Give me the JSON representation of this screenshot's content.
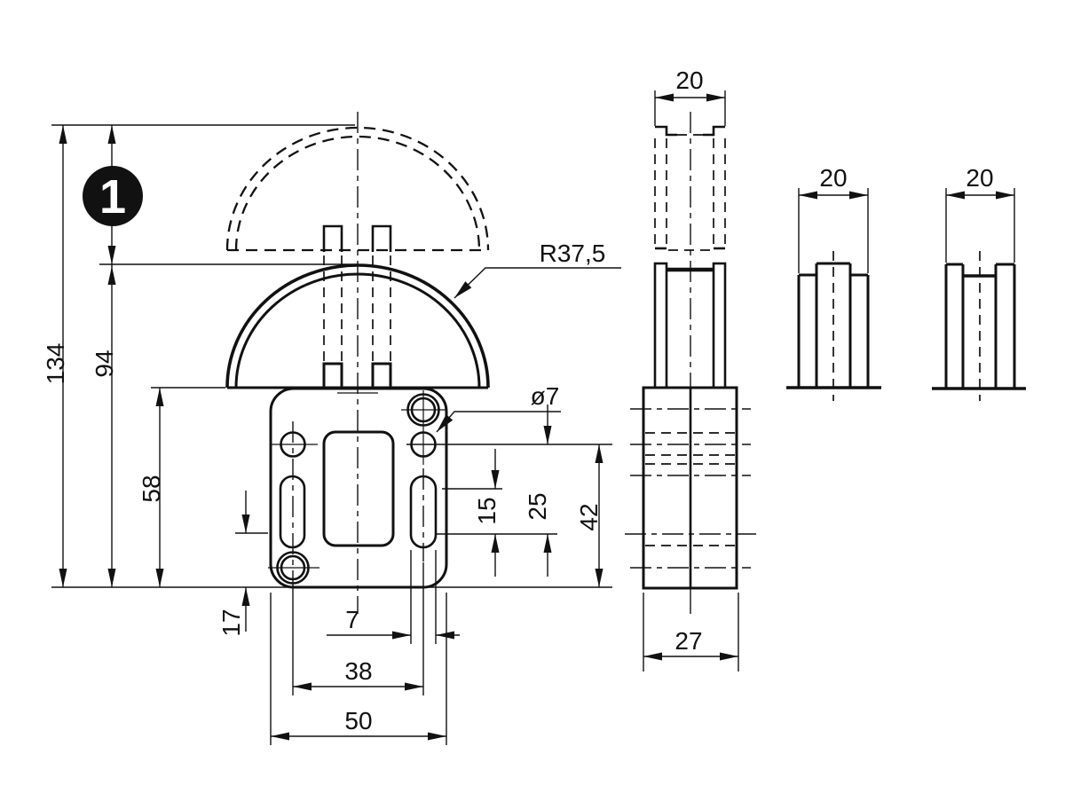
{
  "item": {
    "badge": "1"
  },
  "labels": {
    "radius": "R37,5",
    "hole": "ø7",
    "h_total": "134",
    "h_closed": "94",
    "h_plate": "58",
    "slot_edge": "17",
    "slot_pitch": "15",
    "hole_to_slot": "25",
    "hole_to_base": "42",
    "slot_width": "7",
    "hole_pitch": "38",
    "plate_width": "50",
    "cap_width": "20",
    "block_depth": "27",
    "tab_center_width": "20",
    "tab_side_width": "20"
  }
}
